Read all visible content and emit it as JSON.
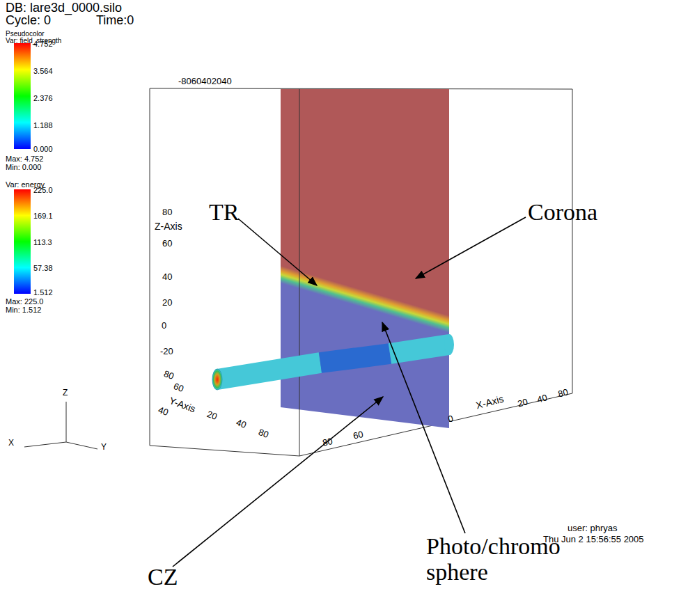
{
  "diagram": {
    "labels": [
      "DB: lare3d_0000.silo",
      "Cycle: 0",
      "Time:0",
      "Pseudocolor",
      "Var: field_strength",
      "4.752",
      "3.564",
      "2.376",
      "1.188",
      "0.000",
      "Max: 4.752",
      "Min: 0.000",
      "Var: energy",
      "225.0",
      "169.1",
      "113.3",
      "57.38",
      "1.512",
      "Max: 225.0",
      "Min: 1.512",
      "-8060402040",
      "Z-Axis",
      "80",
      "60",
      "40",
      "20",
      "0",
      "-20",
      "Y-Axis",
      "80",
      "60",
      "40",
      "20",
      "40",
      "80",
      "80",
      "60",
      "0",
      "X-Axis",
      "20",
      "40",
      "80",
      "Z",
      "X",
      "Y",
      "user: phryas",
      "Thu Jun  2 15:56:55 2005",
      "TR",
      "Corona",
      "CZ",
      "Photo/chromo sphere"
    ]
  }
}
